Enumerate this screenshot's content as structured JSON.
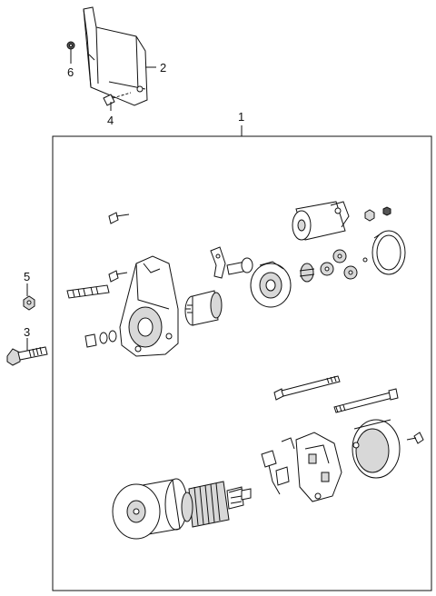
{
  "diagram": {
    "callouts": [
      {
        "id": "1",
        "label": "1"
      },
      {
        "id": "2",
        "label": "2"
      },
      {
        "id": "3",
        "label": "3"
      },
      {
        "id": "4",
        "label": "4"
      },
      {
        "id": "5",
        "label": "5"
      },
      {
        "id": "6",
        "label": "6"
      }
    ]
  },
  "colors": {
    "line": "#111111",
    "fill_light": "#d8d8d8",
    "fill_dark": "#555555",
    "background": "#ffffff"
  }
}
